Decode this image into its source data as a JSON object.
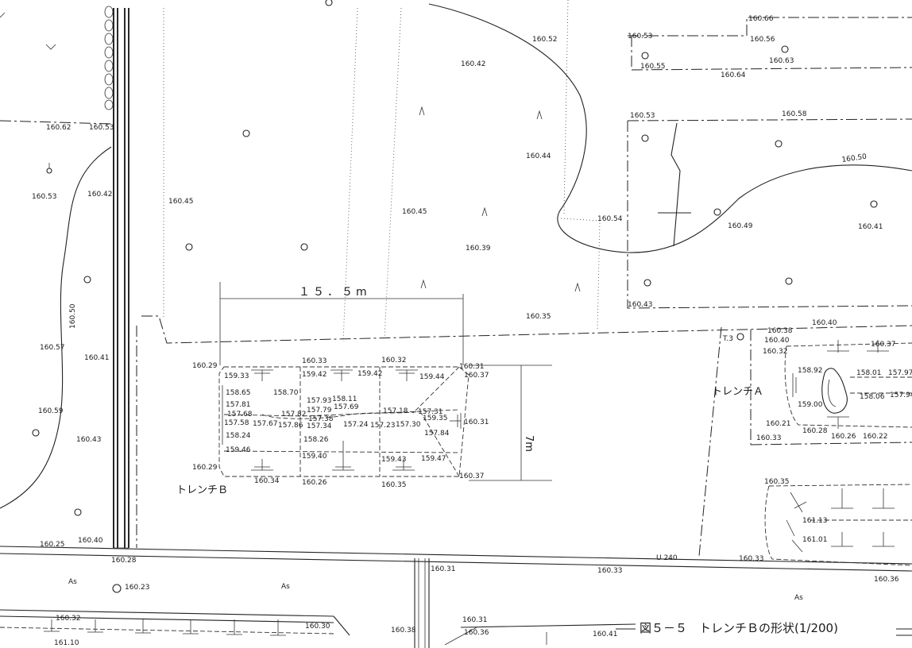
{
  "labels": {
    "figure_caption": "図５－５　トレンチＢの形状(1/200)",
    "trench_b": "トレンチＢ",
    "trench_a": "トレンチＡ",
    "dimension_width": "１５．５m",
    "dimension_height": "7m",
    "t3": "T.3",
    "u240": "U 240",
    "as_1": "As",
    "as_2": "As",
    "as_3": "As",
    "contour_160_50_left": "160.50",
    "contour_160_50_right": "160.50"
  },
  "elevations": {
    "e01": "160.66",
    "e02": "160.53",
    "e03": "160.56",
    "e04": "160.55",
    "e05": "160.63",
    "e06": "160.64",
    "e07": "160.52",
    "e08": "160.42",
    "e09": "160.62",
    "e10": "160.53",
    "e11": "160.53",
    "e12": "160.58",
    "e13": "160.44",
    "e14": "160.53",
    "e15": "160.42",
    "e16": "160.45",
    "e17": "160.45",
    "e18": "160.54",
    "e19": "160.49",
    "e20": "160.41",
    "e21": "160.39",
    "e22": "160.43",
    "e23": "160.35",
    "e24": "160.38",
    "e25": "160.40",
    "e26": "160.40",
    "e27": "160.37",
    "e28": "160.32",
    "e29": "158.92",
    "e30": "158.01",
    "e31": "157.97",
    "e32": "158.06",
    "e33": "157.94",
    "e34": "159.00",
    "e35": "160.21",
    "e36": "160.28",
    "e37": "160.33",
    "e38": "160.26",
    "e39": "160.22",
    "e40": "160.57",
    "e41": "160.41",
    "e42": "160.59",
    "e43": "160.43",
    "e44": "160.29",
    "e45": "160.33",
    "e46": "160.32",
    "e47": "160.31",
    "e48": "160.37",
    "e49": "159.33",
    "e50": "159.42",
    "e51": "159.42",
    "e52": "159.44",
    "e53": "158.65",
    "e54": "158.70",
    "e55": "157.81",
    "e56": "157.93",
    "e57": "158.11",
    "e58": "157.79",
    "e59": "157.69",
    "e60": "157.68",
    "e61": "157.82",
    "e62": "157.38",
    "e63": "157.18",
    "e64": "157.31",
    "e65": "159.35",
    "e66": "157.58",
    "e67": "157.67",
    "e68": "157.86",
    "e69": "157.34",
    "e70": "157.24",
    "e71": "157.23",
    "e72": "157.30",
    "e73": "160.31",
    "e74": "157.84",
    "e75": "158.24",
    "e76": "158.26",
    "e77": "159.46",
    "e78": "159.40",
    "e79": "159.43",
    "e80": "159.47",
    "e81": "160.29",
    "e82": "160.34",
    "e83": "160.26",
    "e84": "160.35",
    "e85": "160.37",
    "e86": "160.35",
    "e87": "161.13",
    "e88": "161.01",
    "e89": "160.40",
    "e90": "160.25",
    "e91": "160.28",
    "e92": "160.31",
    "e93": "160.33",
    "e94": "160.33",
    "e95": "160.36",
    "e96": "160.23",
    "e97": "160.32",
    "e98": "161.10",
    "e99": "160.30",
    "e100": "160.38",
    "e101": "160.31",
    "e102": "160.36",
    "e103": "160.41"
  }
}
